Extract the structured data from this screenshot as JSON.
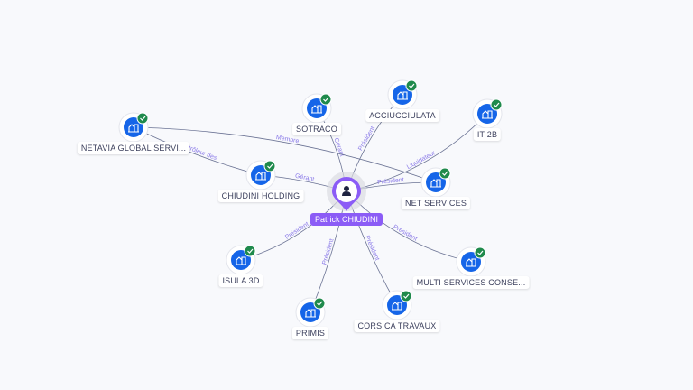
{
  "center": {
    "label": "Patrick CHIUDINI",
    "icon": "person-icon"
  },
  "nodes": [
    {
      "label": "SOTRACO",
      "icon": "building-icon",
      "verified": true
    },
    {
      "label": "ACCIUCCIULATA",
      "icon": "building-icon",
      "verified": true
    },
    {
      "label": "IT 2B",
      "icon": "building-icon",
      "verified": true
    },
    {
      "label": "NETAVIA GLOBAL SERVI...",
      "icon": "building-icon",
      "verified": true
    },
    {
      "label": "CHIUDINI HOLDING",
      "icon": "building-icon",
      "verified": true
    },
    {
      "label": "NET SERVICES",
      "icon": "building-icon",
      "verified": true
    },
    {
      "label": "ISULA 3D",
      "icon": "building-icon",
      "verified": true
    },
    {
      "label": "MULTI SERVICES CONSE...",
      "icon": "building-icon",
      "verified": true
    },
    {
      "label": "PRIMIS",
      "icon": "building-icon",
      "verified": true
    },
    {
      "label": "CORSICA TRAVAUX",
      "icon": "building-icon",
      "verified": true
    }
  ],
  "edges": [
    {
      "label": "Gérant"
    },
    {
      "label": "Président"
    },
    {
      "label": "Liquidateur"
    },
    {
      "label": "Membre"
    },
    {
      "label": "Contrôleur des"
    },
    {
      "label": "Gérant"
    },
    {
      "label": "Président"
    },
    {
      "label": "Président"
    },
    {
      "label": "Président"
    },
    {
      "label": "Président"
    },
    {
      "label": "Président"
    }
  ],
  "colors": {
    "accent": "#8b5cf6",
    "node": "#1565e8",
    "check": "#1f8a4c",
    "edge": "#6b7394"
  }
}
